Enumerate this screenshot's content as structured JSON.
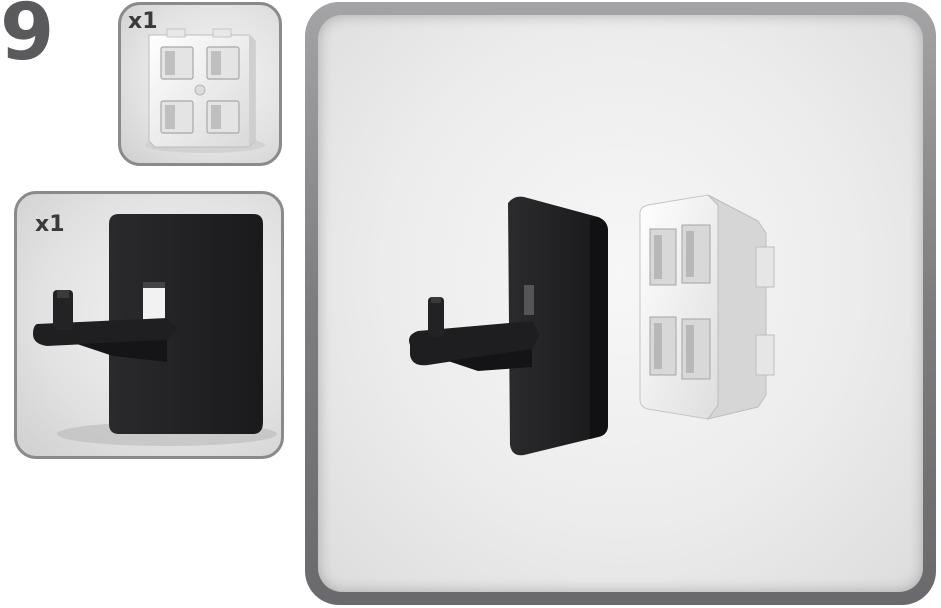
{
  "step": {
    "number": "9"
  },
  "parts": [
    {
      "quantity_label": "x1",
      "part_icon": "white-square-connector-icon",
      "color": "#ffffff"
    },
    {
      "quantity_label": "x1",
      "part_icon": "black-hook-plate-icon",
      "color": "#222224"
    }
  ],
  "assembly": {
    "icon": "hook-and-connector-assembly-icon"
  },
  "colors": {
    "panel_border": "#8a8a8c",
    "main_frame": "#7d7d80",
    "step_number": "#5a5a5c",
    "black_part": "#222224",
    "white_part": "#f4f4f4"
  }
}
